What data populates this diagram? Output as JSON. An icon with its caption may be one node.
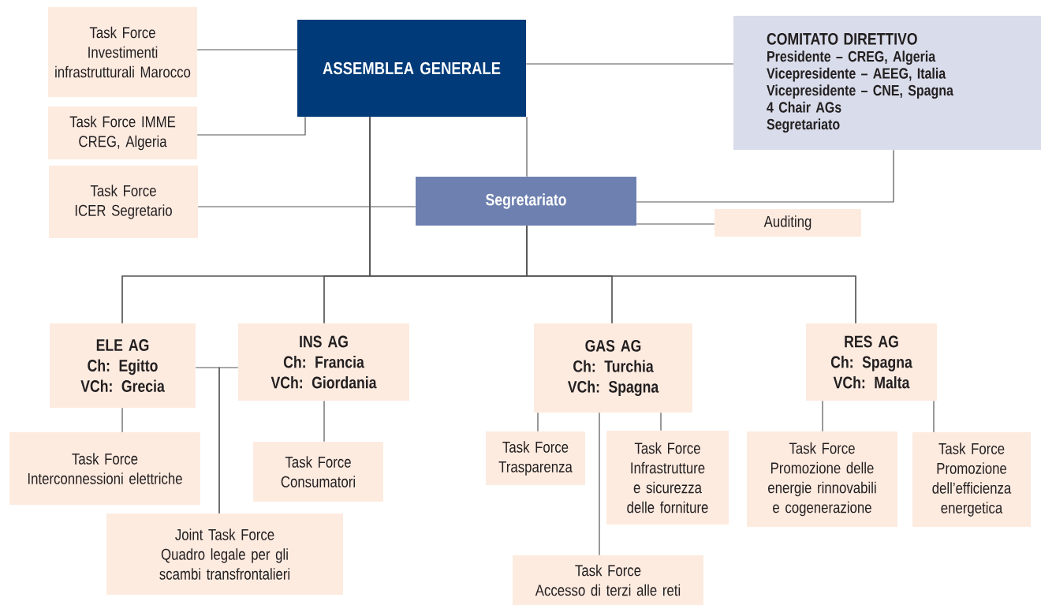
{
  "diagram": {
    "nodes": [
      {
        "text": [
          "Task Force",
          "Investimenti infrastrutturali Marocco"
        ]
      },
      {
        "text": [
          "ASSEMBLEA GENERALE"
        ]
      },
      {
        "text": [
          "COMITATO DIRETTIVO",
          "Presidente – CREG, Algeria",
          "Vicepresidente – AEEG, Italia",
          "Vicepresidente – CNE, Spagna",
          "4 Chair AGs",
          "Segretariato"
        ]
      },
      {
        "text": [
          "Task Force IMME CREG, Algeria"
        ]
      },
      {
        "text": [
          "Task Force",
          "ICER Segretario"
        ]
      },
      {
        "text": [
          "Segretariato"
        ]
      },
      {
        "text": [
          "Auditing"
        ]
      },
      {
        "text": [
          "ELE AG",
          "Ch: Egitto",
          "VCh: Grecia"
        ]
      },
      {
        "text": [
          "INS AG",
          "Ch: Francia",
          "VCh: Giordania"
        ]
      },
      {
        "text": [
          "GAS AG",
          "Ch: Turchia",
          "VCh: Spagna"
        ]
      },
      {
        "text": [
          "RES AG",
          "Ch: Spagna",
          "VCh: Malta"
        ]
      },
      {
        "text": [
          "Task Force",
          "Interconnessioni elettriche"
        ]
      },
      {
        "text": [
          "Task Force",
          "Consumatori"
        ]
      },
      {
        "text": [
          "Task Force",
          "Trasparenza"
        ]
      },
      {
        "text": [
          "Task Force",
          "Infrastrutture e sicurezza delle forniture"
        ]
      },
      {
        "text": [
          "Task Force",
          "Promozione delle energie rinnovabili e cogenerazione"
        ]
      },
      {
        "text": [
          "Task Force",
          "Promozione dell’efficienza energetica"
        ]
      },
      {
        "text": [
          "Joint Task Force",
          "Quadro legale per gli scambi transfrontalieri"
        ]
      },
      {
        "text": [
          "Task Force",
          "Accesso di terzi alle reti"
        ]
      }
    ],
    "edges": [
      {
        "from": 0,
        "to": 1,
        "arrow": "none"
      },
      {
        "from": 3,
        "to": 1,
        "arrow": "none"
      },
      {
        "from": 1,
        "to": 2,
        "arrow": "none"
      },
      {
        "from": 4,
        "to": 5,
        "arrow": "none"
      },
      {
        "from": 1,
        "to": 5,
        "arrow": "none"
      },
      {
        "from": 1,
        "to": 7,
        "arrow": "none"
      },
      {
        "from": 1,
        "to": 8,
        "arrow": "none"
      },
      {
        "from": 1,
        "to": 9,
        "arrow": "none"
      },
      {
        "from": 1,
        "to": 10,
        "arrow": "none"
      },
      {
        "from": 5,
        "to": 7,
        "arrow": "none"
      },
      {
        "from": 5,
        "to": 8,
        "arrow": "none"
      },
      {
        "from": 5,
        "to": 9,
        "arrow": "none"
      },
      {
        "from": 5,
        "to": 10,
        "arrow": "none"
      },
      {
        "from": 5,
        "to": 2,
        "arrow": "none"
      },
      {
        "from": 5,
        "to": 6,
        "arrow": "none"
      },
      {
        "from": 7,
        "to": 17,
        "arrow": "none"
      },
      {
        "from": 8,
        "to": 17,
        "arrow": "none"
      },
      {
        "from": 7,
        "to": 11,
        "arrow": "none"
      },
      {
        "from": 8,
        "to": 12,
        "arrow": "none"
      },
      {
        "from": 9,
        "to": 13,
        "arrow": "none"
      },
      {
        "from": 9,
        "to": 18,
        "arrow": "none"
      },
      {
        "from": 9,
        "to": 14,
        "arrow": "none"
      },
      {
        "from": 10,
        "to": 15,
        "arrow": "none"
      },
      {
        "from": 10,
        "to": 16,
        "arrow": "none"
      }
    ]
  }
}
